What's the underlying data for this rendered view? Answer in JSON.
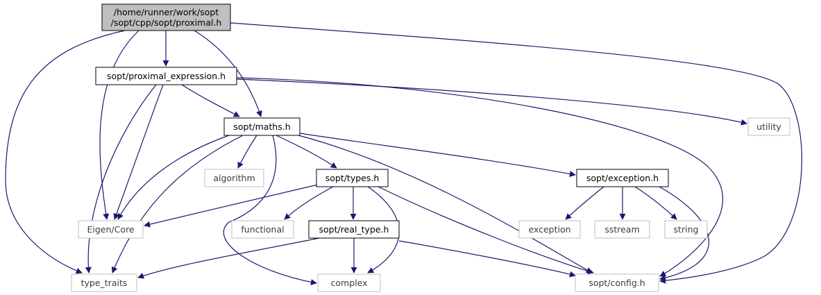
{
  "graph": {
    "title": "",
    "colors": {
      "edge": "#191970",
      "root_fill": "#bfbfbf",
      "node_border": "#000000",
      "system_border": "#bfbfbf",
      "node_fill": "#ffffff"
    },
    "nodes": [
      {
        "id": "root",
        "label": "/home/runner/work/sopt\n/sopt/cpp/sopt/proximal.h",
        "kind": "root"
      },
      {
        "id": "proximal_expression",
        "label": "sopt/proximal_expression.h",
        "kind": "project"
      },
      {
        "id": "maths",
        "label": "sopt/maths.h",
        "kind": "project"
      },
      {
        "id": "types",
        "label": "sopt/types.h",
        "kind": "project"
      },
      {
        "id": "exception",
        "label": "sopt/exception.h",
        "kind": "project"
      },
      {
        "id": "real_type",
        "label": "sopt/real_type.h",
        "kind": "project"
      },
      {
        "id": "utility",
        "label": "utility",
        "kind": "system"
      },
      {
        "id": "algorithm",
        "label": "algorithm",
        "kind": "system"
      },
      {
        "id": "eigen_core",
        "label": "Eigen/Core",
        "kind": "system"
      },
      {
        "id": "functional",
        "label": "functional",
        "kind": "system"
      },
      {
        "id": "exception_std",
        "label": "exception",
        "kind": "system"
      },
      {
        "id": "sstream",
        "label": "sstream",
        "kind": "system"
      },
      {
        "id": "string",
        "label": "string",
        "kind": "system"
      },
      {
        "id": "type_traits",
        "label": "type_traits",
        "kind": "system"
      },
      {
        "id": "complex",
        "label": "complex",
        "kind": "system"
      },
      {
        "id": "config",
        "label": "sopt/config.h",
        "kind": "system"
      }
    ],
    "edges": [
      {
        "from": "root",
        "to": "proximal_expression"
      },
      {
        "from": "root",
        "to": "maths"
      },
      {
        "from": "root",
        "to": "eigen_core"
      },
      {
        "from": "root",
        "to": "type_traits"
      },
      {
        "from": "root",
        "to": "config"
      },
      {
        "from": "proximal_expression",
        "to": "maths"
      },
      {
        "from": "proximal_expression",
        "to": "utility"
      },
      {
        "from": "proximal_expression",
        "to": "eigen_core"
      },
      {
        "from": "proximal_expression",
        "to": "type_traits"
      },
      {
        "from": "proximal_expression",
        "to": "config"
      },
      {
        "from": "maths",
        "to": "algorithm"
      },
      {
        "from": "maths",
        "to": "eigen_core"
      },
      {
        "from": "maths",
        "to": "type_traits"
      },
      {
        "from": "maths",
        "to": "types"
      },
      {
        "from": "maths",
        "to": "exception"
      },
      {
        "from": "maths",
        "to": "complex"
      },
      {
        "from": "maths",
        "to": "config"
      },
      {
        "from": "types",
        "to": "eigen_core"
      },
      {
        "from": "types",
        "to": "functional"
      },
      {
        "from": "types",
        "to": "real_type"
      },
      {
        "from": "types",
        "to": "complex"
      },
      {
        "from": "types",
        "to": "config"
      },
      {
        "from": "exception",
        "to": "exception_std"
      },
      {
        "from": "exception",
        "to": "sstream"
      },
      {
        "from": "exception",
        "to": "string"
      },
      {
        "from": "exception",
        "to": "config"
      },
      {
        "from": "real_type",
        "to": "type_traits"
      },
      {
        "from": "real_type",
        "to": "complex"
      },
      {
        "from": "real_type",
        "to": "config"
      }
    ]
  }
}
